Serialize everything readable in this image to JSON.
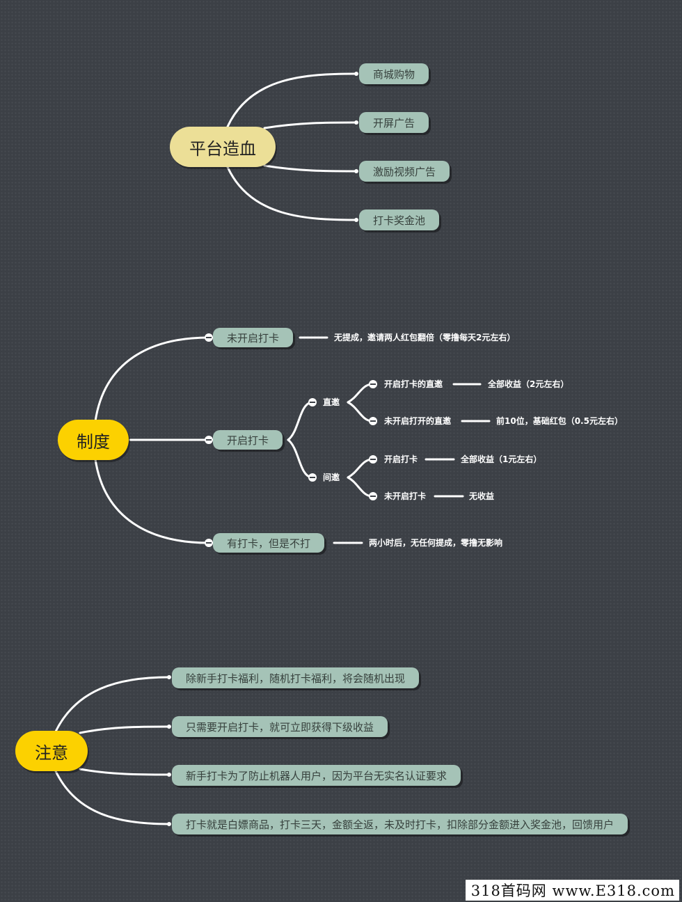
{
  "map1": {
    "root": "平台造血",
    "children": [
      "商城购物",
      "开屏广告",
      "激励视频广告",
      "打卡奖金池"
    ]
  },
  "map2": {
    "root": "制度",
    "branch1": {
      "label": "未开启打卡",
      "note": "无提成，邀请两人红包翻倍（零撸每天2元左右）"
    },
    "branch2": {
      "label": "开启打卡",
      "direct": {
        "label": "直邀",
        "items": [
          {
            "label": "开启打卡的直邀",
            "note": "全部收益（2元左右）"
          },
          {
            "label": "未开启打开的直邀",
            "note": "前10位，基础红包（0.5元左右）"
          }
        ]
      },
      "indirect": {
        "label": "间邀",
        "items": [
          {
            "label": "开启打卡",
            "note": "全部收益（1元左右）"
          },
          {
            "label": "未开启打卡",
            "note": "无收益"
          }
        ]
      }
    },
    "branch3": {
      "label": "有打卡，但是不打",
      "note": "两小时后，无任何提成，零撸无影响"
    }
  },
  "map3": {
    "root": "注意",
    "children": [
      "除新手打卡福利，随机打卡福利，将会随机出现",
      "只需要开启打卡，就可立即获得下级收益",
      "新手打卡为了防止机器人用户，因为平台无实名认证要求",
      "打卡就是白嫖商品，打卡三天，金额全返，未及时打卡，扣除部分金额进入奖金池，回馈用户"
    ]
  },
  "watermark": "318首码网 www.E318.com"
}
